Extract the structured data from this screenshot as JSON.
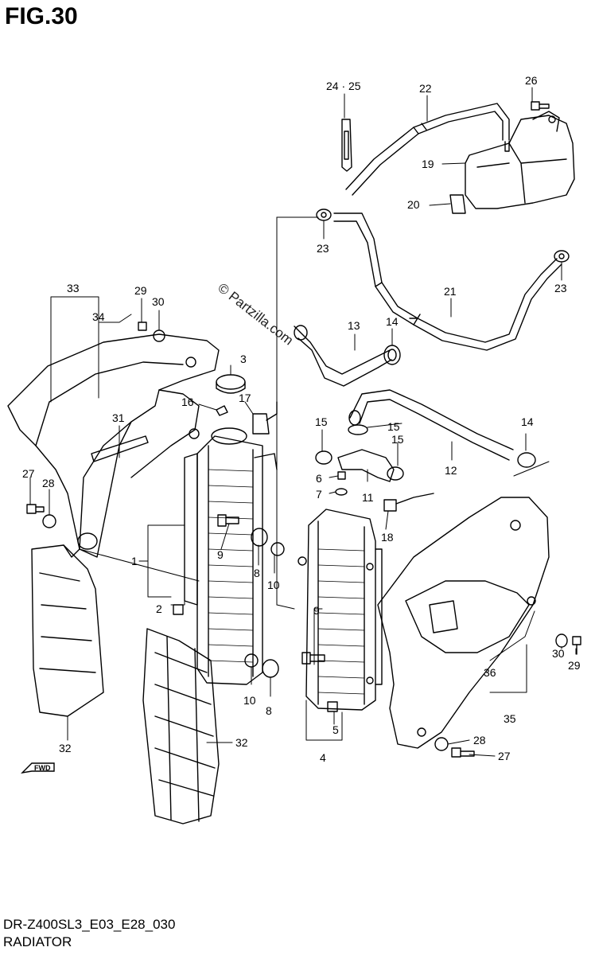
{
  "figure": {
    "title": "FIG.30",
    "watermark": "© Partzilla.com",
    "footer_code": "DR-Z400SL3_E03_E28_030",
    "footer_name": "RADIATOR",
    "fwd_label": "FWD"
  },
  "part_labels": [
    "24 · 25",
    "22",
    "26",
    "19",
    "20",
    "23",
    "23",
    "21",
    "13",
    "14",
    "33",
    "29",
    "30",
    "34",
    "3",
    "16",
    "17",
    "31",
    "15",
    "15",
    "15",
    "12",
    "14",
    "6",
    "7",
    "11",
    "27",
    "28",
    "1",
    "9",
    "8",
    "10",
    "2",
    "18",
    "9",
    "10",
    "8",
    "30",
    "29",
    "36",
    "35",
    "5",
    "4",
    "28",
    "27",
    "32",
    "32"
  ]
}
